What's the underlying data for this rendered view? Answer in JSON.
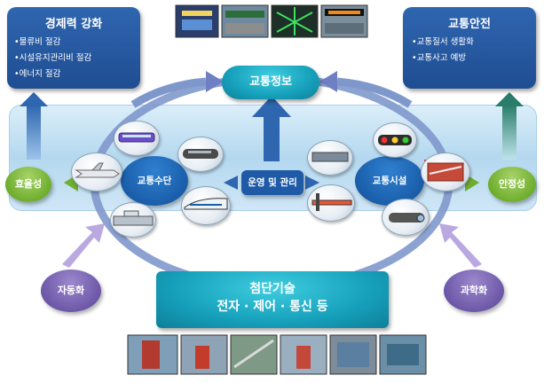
{
  "top_left_box": {
    "title": "경제력 강화",
    "items": [
      "•물류비 절감",
      "•시설유지관리비 절감",
      "•에너지 절감"
    ]
  },
  "top_right_box": {
    "title": "교통안전",
    "items": [
      "•교통질서 생활화",
      "•교통사고 예방"
    ]
  },
  "traffic_info": "교통정보",
  "operation": "운영 및 관리",
  "transport_means": "교통수단",
  "transport_facilities": "교통시설",
  "efficiency": "효율성",
  "safety": "안정성",
  "automation": "자동화",
  "science": "과학화",
  "advanced_tech": {
    "line1": "첨단기술",
    "line2": "전자 · 제어 · 통신 등"
  },
  "colors": {
    "dark_blue": "#1f4d92",
    "teal": "#16a0bb",
    "ring": "#7f98cc",
    "green": "#6fae2e",
    "purple": "#6d58a8"
  }
}
